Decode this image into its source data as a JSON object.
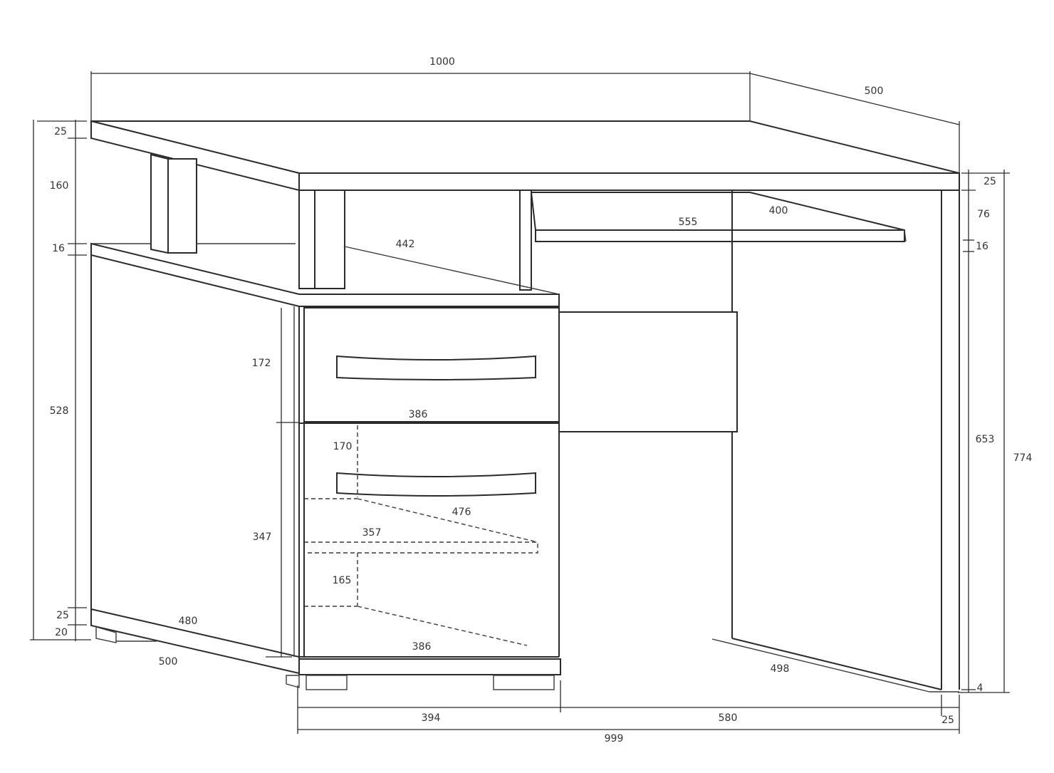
{
  "diagram": {
    "type": "technical-drawing",
    "subject": "computer desk with drawer pedestal and keyboard tray",
    "line_color": "#2b2b2b",
    "background": "#ffffff",
    "units": "mm"
  },
  "dimensions": {
    "overall_width_top": "1000",
    "overall_depth_top": "500",
    "top_thickness_left": "25",
    "upper_gap_left": "160",
    "shelf_thickness_left": "16",
    "pedestal_height_left": "528",
    "plinth_height_left": "25",
    "foot_height_left": "20",
    "pedestal_side_depth": "480",
    "pedestal_base_depth": "500",
    "shelf_depth": "442",
    "keyboard_tray_width": "555",
    "keyboard_tray_depth": "400",
    "top_thickness_right": "25",
    "tray_gap_right": "76",
    "tray_thickness_right": "16",
    "leg_height_right": "653",
    "overall_height": "774",
    "floor_gap_right": "4",
    "top_drawer_height": "172",
    "top_drawer_width": "386",
    "lower_drawer_height": "347",
    "inner_upper_height": "170",
    "inner_shelf_depth": "476",
    "inner_shelf_width": "357",
    "inner_lower_height": "165",
    "lower_drawer_width": "386",
    "right_leg_depth": "498",
    "bottom_pedestal_width": "394",
    "bottom_opening_width": "580",
    "bottom_leg_thickness": "25",
    "bottom_overall_width": "999"
  }
}
